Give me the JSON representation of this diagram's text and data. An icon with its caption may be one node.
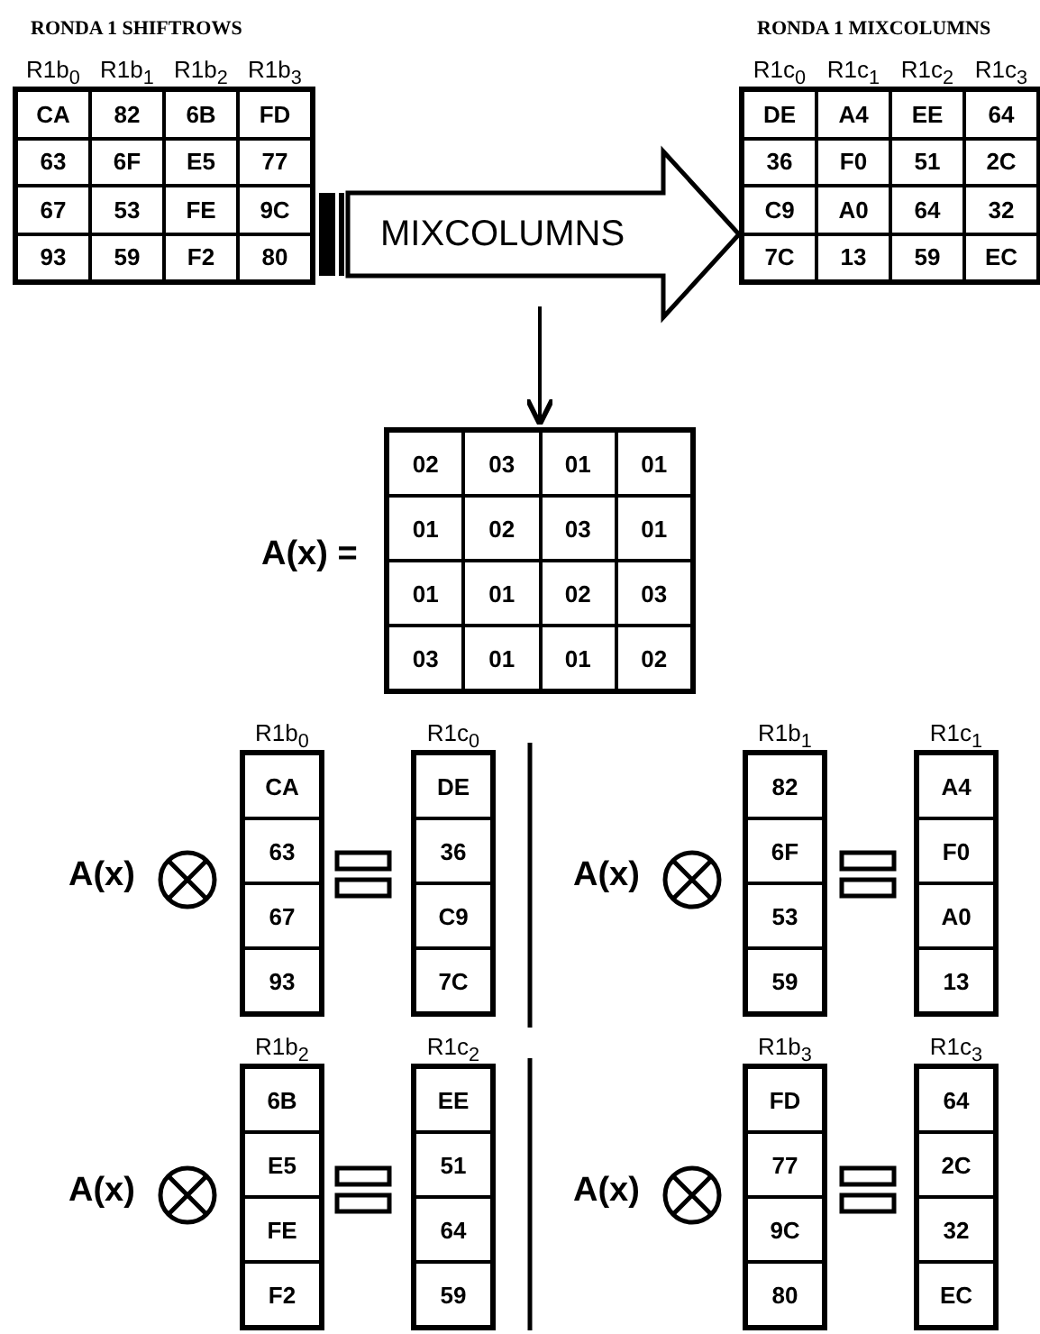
{
  "diagram": {
    "nodes": [
      {
        "text": [
          "RONDA 1 SHIFTROWS",
          "R1b$_{0}$",
          "R1b$_{1}$",
          "R1b$_{2}$",
          "R1b$_{3}$",
          "CA",
          "82",
          "6B",
          "FD",
          "63",
          "6F",
          "E5",
          "77",
          "67",
          "53",
          "FE",
          "9C",
          "93",
          "59",
          "F2",
          "80"
        ]
      },
      {
        "text": [
          "RONDA 1 MIXCOLUMNS",
          "R1c$_{0}$",
          "R1c$_{1}$",
          "R1c$_{2}$",
          "R1c$_{3}$",
          "DE",
          "A4",
          "EE",
          "64",
          "36",
          "F0",
          "51",
          "2C",
          "C9",
          "A0",
          "64",
          "32",
          "7C",
          "13",
          "59",
          "EC"
        ]
      },
      {
        "text": [
          "02",
          "03",
          "01",
          "01",
          "01",
          "02",
          "03",
          "01",
          "01",
          "01",
          "02",
          "03",
          "03",
          "01",
          "01",
          "02"
        ],
        "beside": [
          "A(x) ="
        ]
      },
      {
        "text": [
          "R1b$_{0}$",
          "CA",
          "63",
          "67",
          "93"
        ]
      },
      {
        "text": [
          "R1c$_{0}$",
          "DE",
          "36",
          "C9",
          "7C"
        ]
      },
      {
        "text": [
          "R1b$_{1}$",
          "82",
          "6F",
          "53",
          "59"
        ]
      },
      {
        "text": [
          "R1c$_{1}$",
          "A4",
          "F0",
          "A0",
          "13"
        ]
      },
      {
        "text": [
          "R1b$_{2}$",
          "6B",
          "E5",
          "FE",
          "F2"
        ]
      },
      {
        "text": [
          "R1c$_{2}$",
          "EE",
          "51",
          "64",
          "59"
        ]
      },
      {
        "text": [
          "R1b$_{3}$",
          "FD",
          "77",
          "9C",
          "80"
        ]
      },
      {
        "text": [
          "R1c$_{3}$",
          "64",
          "2C",
          "32",
          "EC"
        ]
      }
    ],
    "edges": [
      {
        "from": 0,
        "to": 1,
        "arrow": "to",
        "label": "MIXCOLUMNS",
        "style": "thick"
      },
      {
        "from": null,
        "to": 2,
        "arrow": "to"
      }
    ],
    "labels": [
      "A(x)",
      "A(x)",
      "A(x)",
      "A(x)"
    ]
  }
}
